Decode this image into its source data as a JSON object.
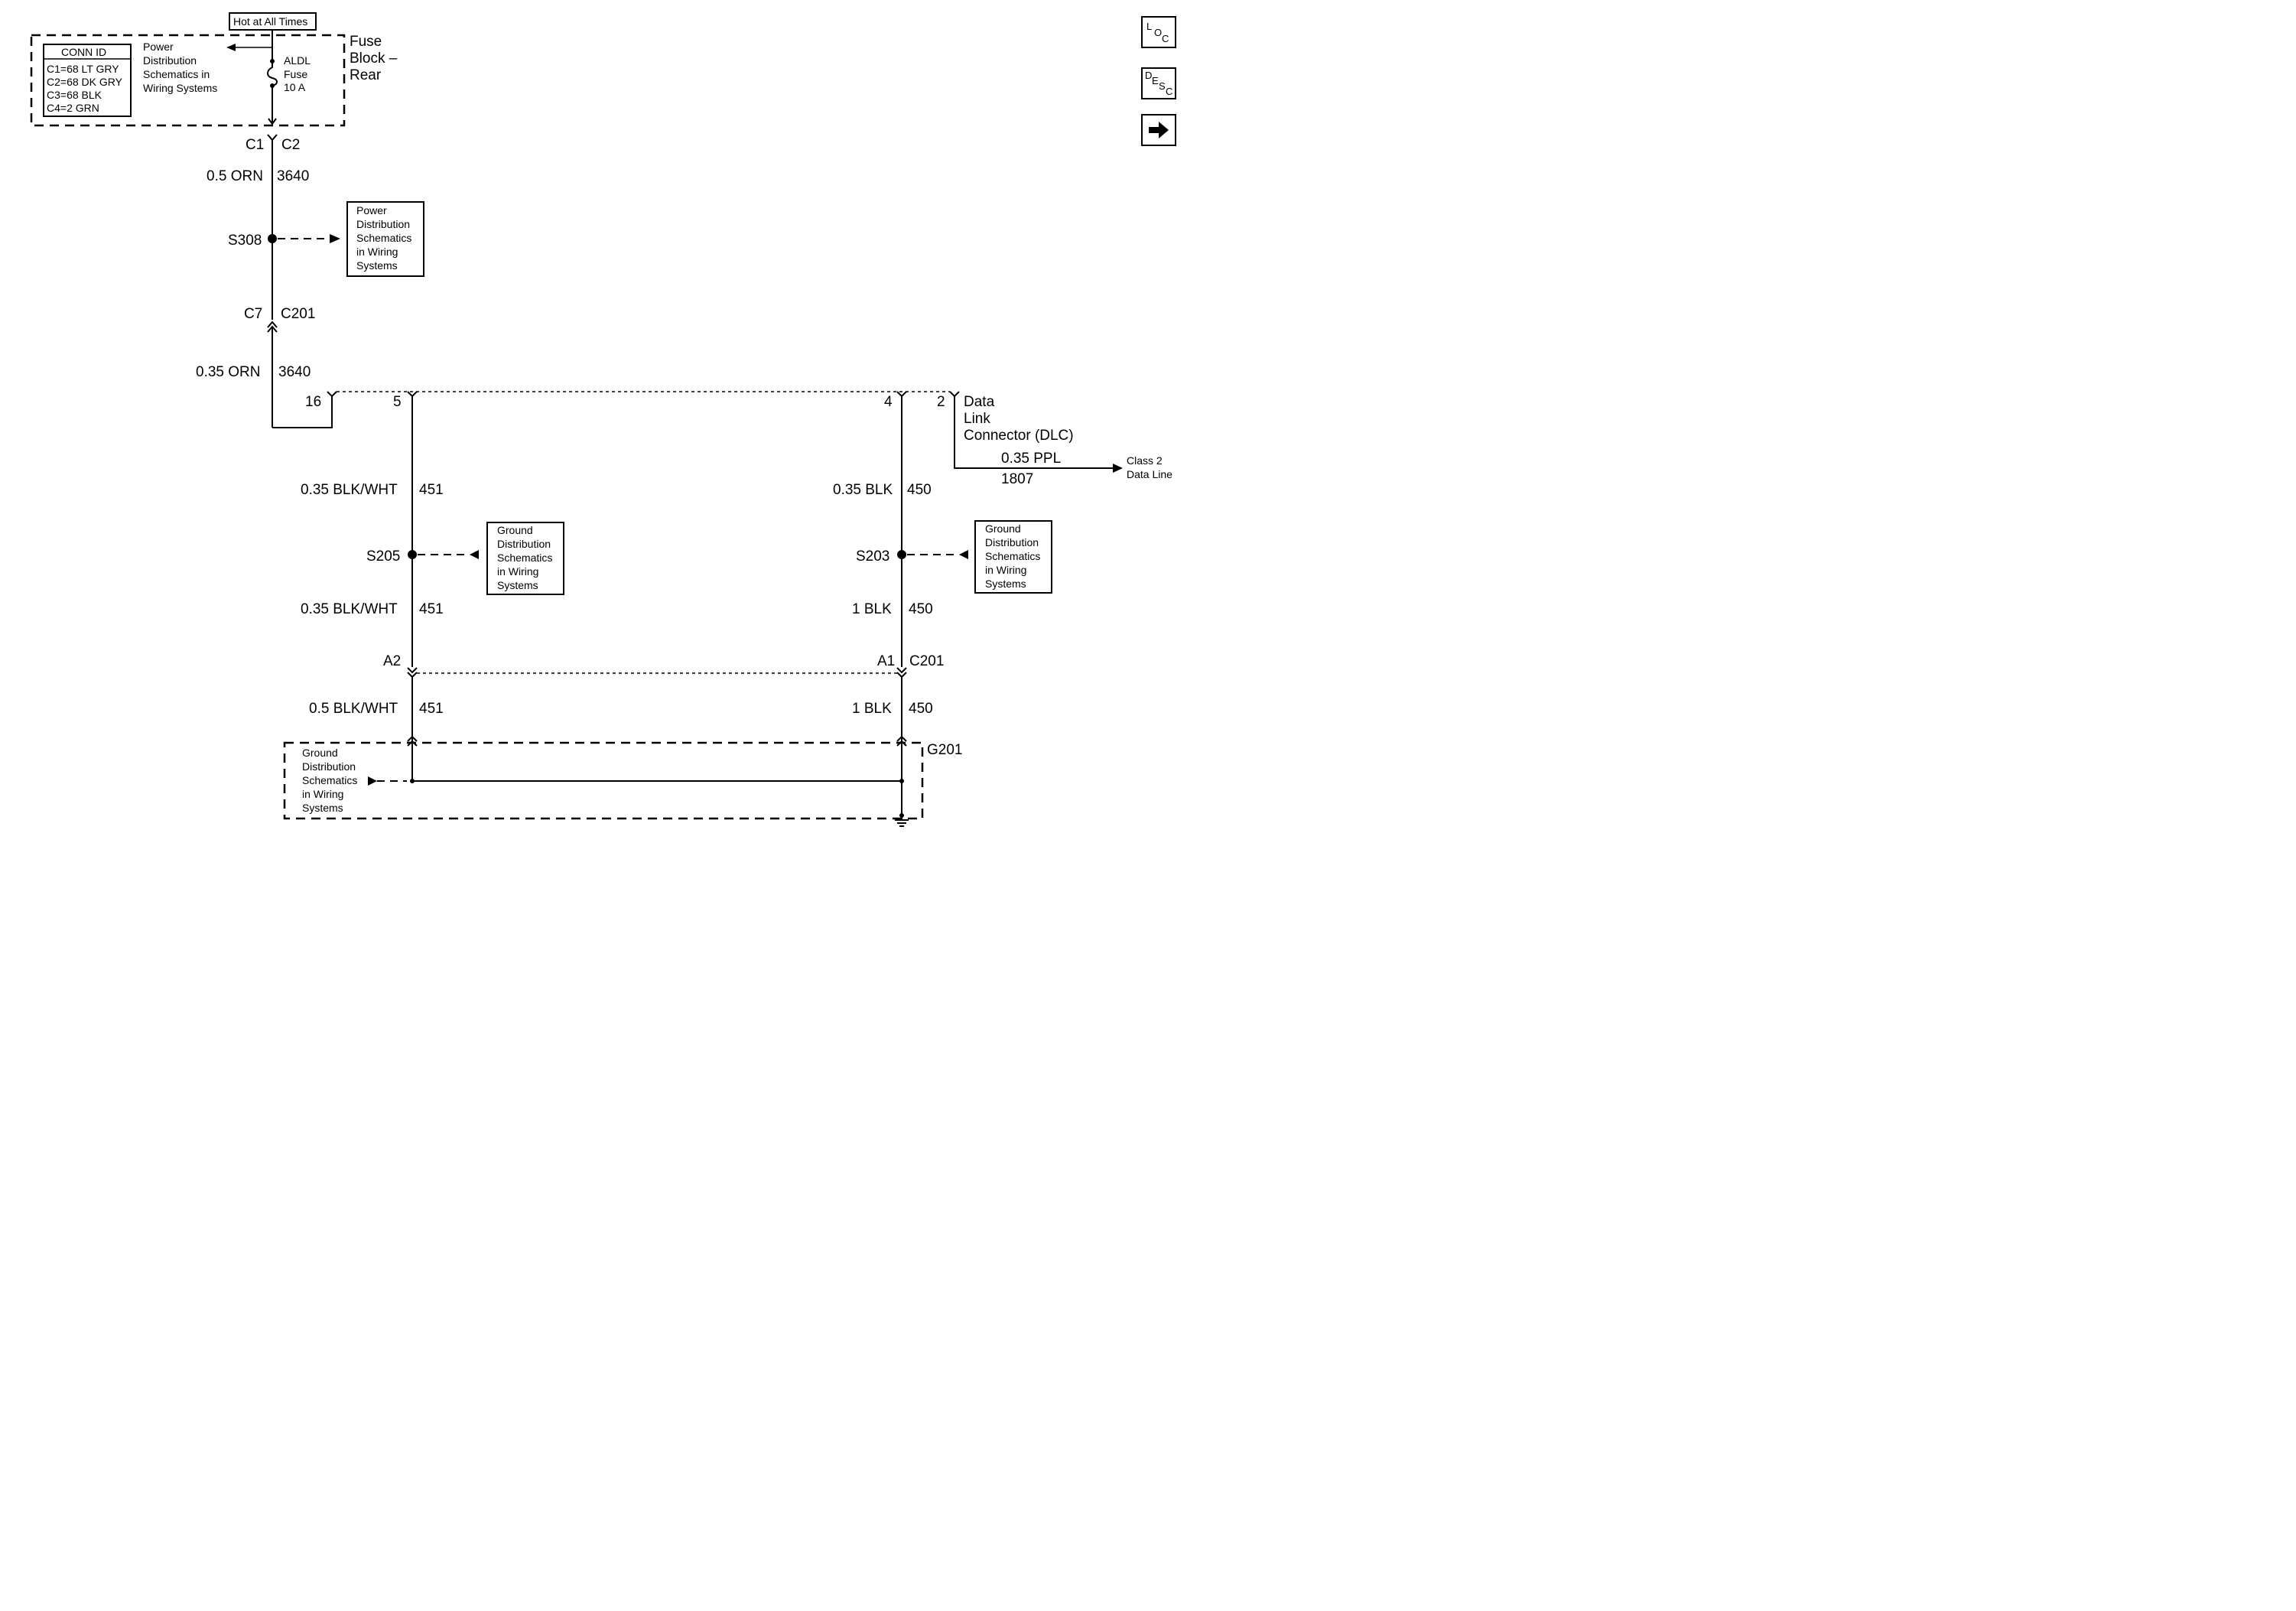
{
  "hot_label": "Hot at All Times",
  "fuse_block": {
    "title_lines": [
      "Fuse",
      "Block –",
      "Rear"
    ],
    "conn_id": {
      "header": "CONN ID",
      "rows": [
        "C1=68 LT GRY",
        "C2=68 DK GRY",
        "C3=68 BLK",
        "C4=2 GRN"
      ]
    },
    "power_ref_lines": [
      "Power",
      "Distribution",
      "Schematics in",
      "Wiring Systems"
    ],
    "fuse_lines": [
      "ALDL",
      "Fuse",
      "10 A"
    ]
  },
  "connectors": {
    "c1": "C1",
    "c2": "C2",
    "c7": "C7",
    "c201_top": "C201",
    "a2": "A2",
    "a1": "A1",
    "c201_bottom": "C201"
  },
  "wires": {
    "w1_gauge": "0.5 ORN",
    "w1_circuit": "3640",
    "w2_gauge": "0.35 ORN",
    "w2_circuit": "3640",
    "w3_gauge": "0.35 BLK/WHT",
    "w3_circuit": "451",
    "w4_gauge": "0.35 BLK/WHT",
    "w4_circuit": "451",
    "w5_gauge": "0.5 BLK/WHT",
    "w5_circuit": "451",
    "w6_gauge": "0.35 BLK",
    "w6_circuit": "450",
    "w7_gauge": "1 BLK",
    "w7_circuit": "450",
    "w8_gauge": "1 BLK",
    "w8_circuit": "450",
    "w9_gauge": "0.35 PPL",
    "w9_circuit": "1807"
  },
  "splices": {
    "s308": "S308",
    "s205": "S205",
    "s203": "S203"
  },
  "ref_boxes": {
    "power": [
      "Power",
      "Distribution",
      "Schematics",
      "in Wiring",
      "Systems"
    ],
    "ground_s205": [
      "Ground",
      "Distribution",
      "Schematics",
      "in Wiring",
      "Systems"
    ],
    "ground_s203": [
      "Ground",
      "Distribution",
      "Schematics",
      "in Wiring",
      "Systems"
    ],
    "ground_g201": [
      "Ground",
      "Distribution",
      "Schematics",
      "in Wiring",
      "Systems"
    ]
  },
  "dlc": {
    "pins": {
      "p16": "16",
      "p5": "5",
      "p4": "4",
      "p2": "2"
    },
    "title_lines": [
      "Data",
      "Link",
      "Connector (DLC)"
    ]
  },
  "class2_lines": [
    "Class 2",
    "Data Line"
  ],
  "ground": {
    "label": "G201"
  },
  "nav": {
    "loc": {
      "l": "L",
      "o": "O",
      "c": "C"
    },
    "desc": {
      "d": "D",
      "e": "E",
      "s": "S",
      "c": "C"
    },
    "next_icon": "right-arrow-icon"
  }
}
